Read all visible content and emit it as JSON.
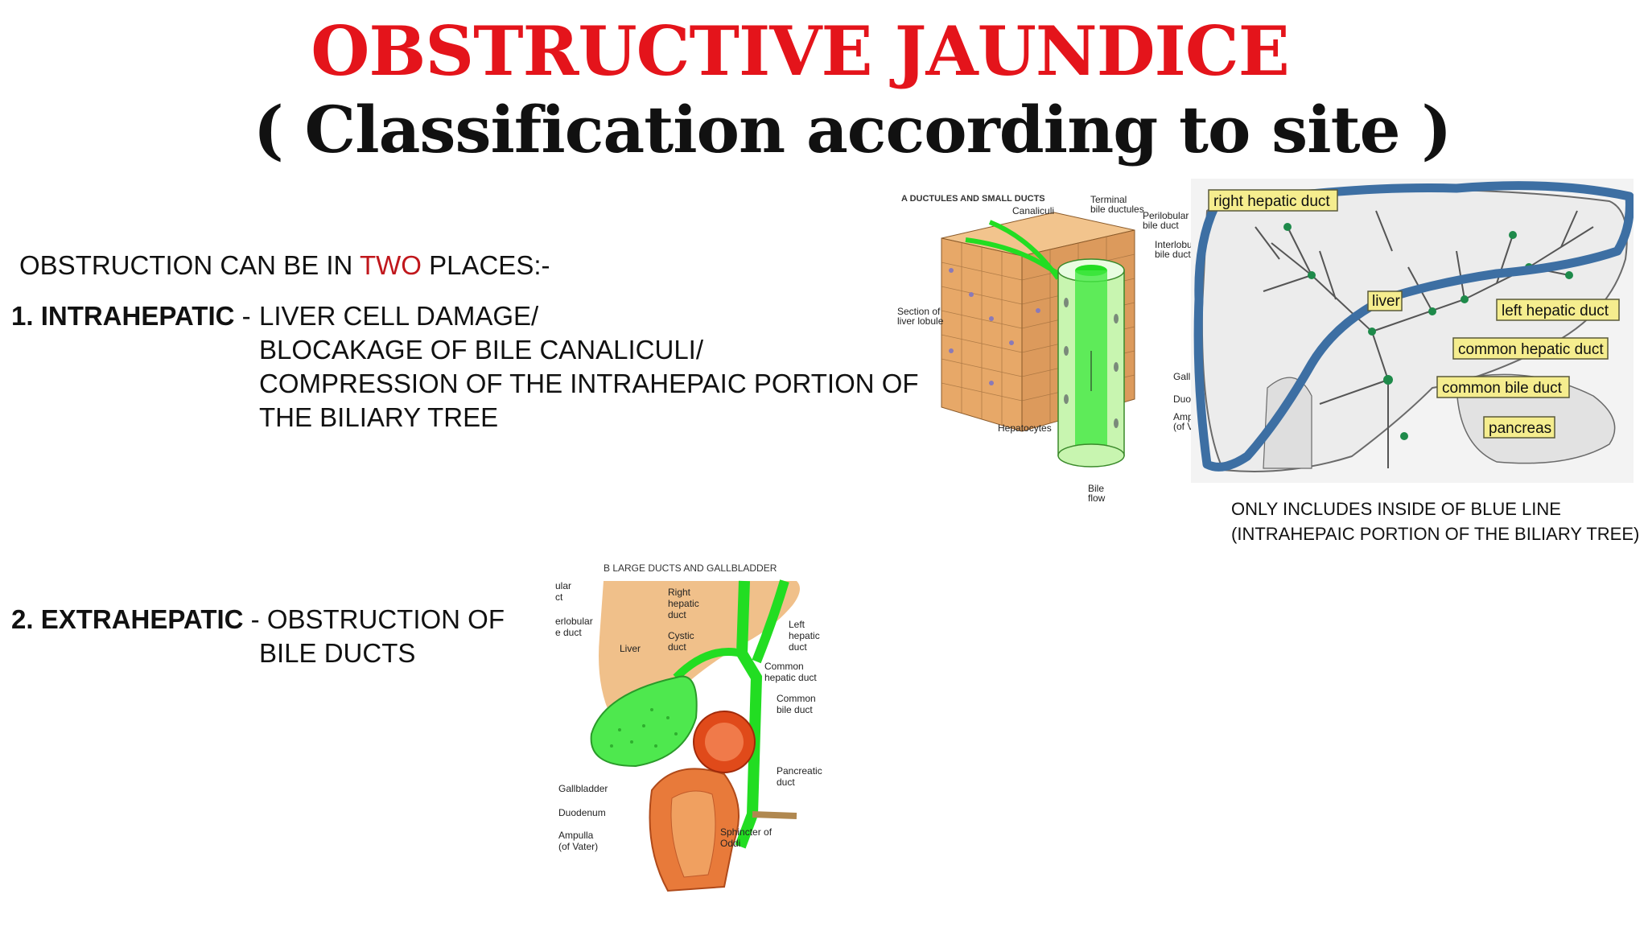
{
  "title": {
    "main": "OBSTRUCTIVE JAUNDICE",
    "sub": "( Classification according to site )"
  },
  "intro": {
    "prefix": "OBSTRUCTION CAN BE IN ",
    "highlight": "TWO",
    "suffix": " PLACES:-"
  },
  "intrahepatic": {
    "label": "1. INTRAHEPATIC",
    "separator": " -  ",
    "lines": [
      "LIVER CELL DAMAGE/",
      "BLOCAKAGE OF BILE CANALICULI/",
      "COMPRESSION OF THE INTRAHEPAIC PORTION OF",
      "THE BILIARY TREE"
    ]
  },
  "extrahepatic": {
    "label": "2. EXTRAHEPATIC",
    "separator": " - ",
    "lines": [
      "OBSTRUCTION OF",
      "BILE DUCTS"
    ]
  },
  "figure_a": {
    "heading": "A  DUCTULES AND SMALL DUCTS",
    "labels": {
      "canaliculi": "Canaliculi",
      "terminal": "Terminal",
      "terminal2": "bile ductules",
      "perilobular": "Perilobular",
      "perilobular2": "bile duct",
      "interlobular": "Interlobular",
      "interlobular2": "bile duct",
      "section": "Section of",
      "section2": "liver lobule",
      "hepatocytes": "Hepatocytes",
      "bile": "Bile",
      "flow": "flow",
      "gallb": "Gallbl",
      "duode": "Duode",
      "ampul": "Ampul",
      "ofva": "(of Va"
    }
  },
  "figure_b": {
    "heading": "B  LARGE DUCTS AND GALLBLADDER",
    "labels": {
      "ular": "ular",
      "ct": "ct",
      "erlobular": "erlobular",
      "duct": "e duct",
      "liver": "Liver",
      "right": "Right",
      "hepatic": "hepatic",
      "duct_r": "duct",
      "cystic": "Cystic",
      "cystic2": "duct",
      "left": "Left",
      "left2": "hepatic",
      "left3": "duct",
      "common": "Common",
      "common2": "hepatic duct",
      "cbd": "Common",
      "cbd2": "bile duct",
      "pancreatic": "Pancreatic",
      "pancreatic2": "duct",
      "gallbladder": "Gallbladder",
      "duodenum": "Duodenum",
      "ampulla": "Ampulla",
      "ampulla2": "(of Vater)",
      "sphincter": "Sphincter of",
      "sphincter2": "Oddi"
    }
  },
  "figure_c": {
    "labels": {
      "right_hepatic": "right hepatic duct",
      "liver": "liver",
      "left_hepatic": "left hepatic duct",
      "common_hepatic": "common hepatic duct",
      "common_bile": "common bile duct",
      "pancreas": "pancreas"
    },
    "outline_color": "#3d6fa3"
  },
  "caption": {
    "line1": "ONLY INCLUDES INSIDE OF BLUE LINE",
    "line2": "(INTRAHEPAIC PORTION OF THE BILIARY TREE)"
  },
  "colors": {
    "title_red": "#e4141b",
    "highlight_red": "#c0171c",
    "bile_green": "#22dd22"
  }
}
